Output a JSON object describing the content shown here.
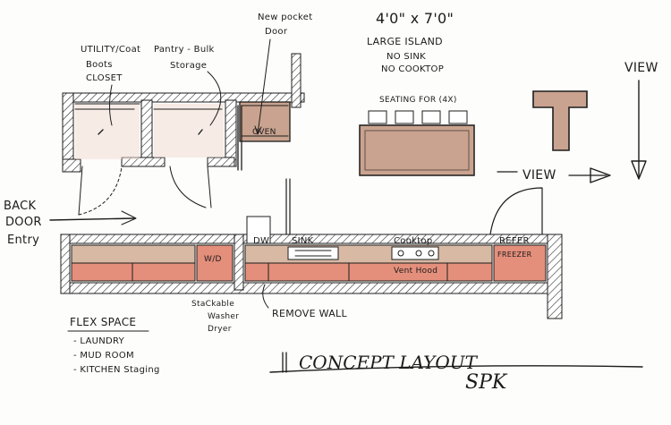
{
  "labels": {
    "utility": [
      "UTILITY/Coat",
      "Boots",
      "CLOSET"
    ],
    "pantry": [
      "Pantry - Bulk",
      "Storage"
    ],
    "pocket_door": [
      "New pocket",
      "Door"
    ],
    "island_dims": "4'0\" x 7'0\"",
    "island_desc": [
      "LARGE ISLAND",
      "NO SINK",
      "NO COOKTOP"
    ],
    "seating": "SEATING FOR (4X)",
    "oven": "OVEN",
    "view_top": "VIEW",
    "view_mid": "VIEW",
    "back_door": [
      "BACK",
      "DOOR",
      "Entry"
    ],
    "dw": "DW",
    "sink": "SINK",
    "cooktop": "Cooktop",
    "vent": "Vent Hood",
    "refer": "REFER",
    "freezer": "FREEZER",
    "wd": "W/D",
    "stackable": [
      "StaCkable",
      "Washer",
      "Dryer"
    ],
    "remove_wall": "REMOVE WALL",
    "flex_title": "FLEX SPACE",
    "flex_items": [
      "- LAUNDRY",
      "- MUD ROOM",
      "- KITCHEN Staging"
    ],
    "concept": "CONCEPT LAYOUT",
    "signature": "SPK"
  },
  "colors": {
    "wall": "#8a7d74",
    "counter_tan": "#d8b9a4",
    "counter_red": "#e48f7c",
    "island_top": "#c9a38f",
    "ink": "#1d1d1d"
  }
}
